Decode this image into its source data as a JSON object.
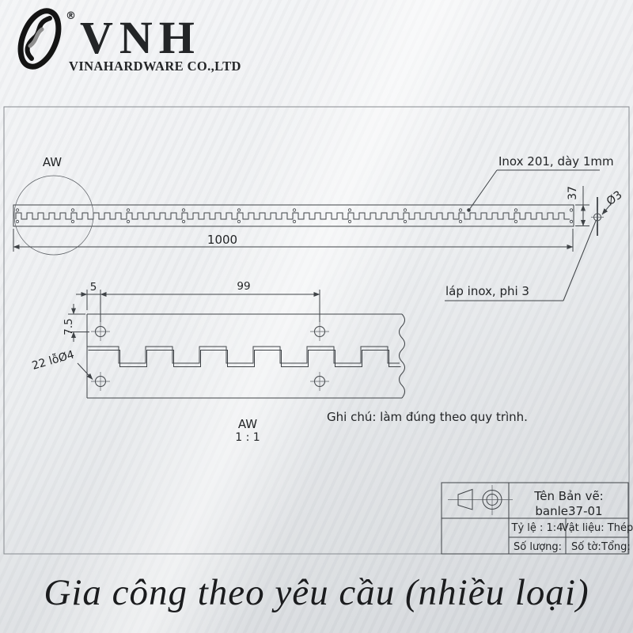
{
  "logo": {
    "registered": "®",
    "acronym": "VNH",
    "company": "VINAHARDWARE CO.,LTD"
  },
  "long_view": {
    "detail_marker": "AW",
    "material_note": "Inox 201, dày 1mm",
    "width_dim": "37",
    "length_dim": "1000",
    "pin_diameter": "Ø3",
    "pin_note": "láp inox, phi 3"
  },
  "detail_view": {
    "edge_offset_dim": "5",
    "hole_pitch_dim": "99",
    "top_offset_dim": "7.5",
    "holes_note": "22 lỗØ4",
    "view_label": "AW",
    "view_scale": "1 : 1",
    "general_note": "Ghi chú: làm đúng theo quy trình."
  },
  "title_block": {
    "drawing_name_label": "Tên Bản vẽ:",
    "drawing_name": "banle37-01",
    "scale": "Tỷ lệ : 1:4",
    "material": "Vật liệu: Thép",
    "quantity": "Số lượng:",
    "sheet": "Số tờ:",
    "total": "Tổng:"
  },
  "footer": {
    "headline": "Gia công theo yêu cầu (nhiều loại)"
  },
  "colors": {
    "line": "#3f4347",
    "frame": "#878b90",
    "logo": "#141414"
  }
}
